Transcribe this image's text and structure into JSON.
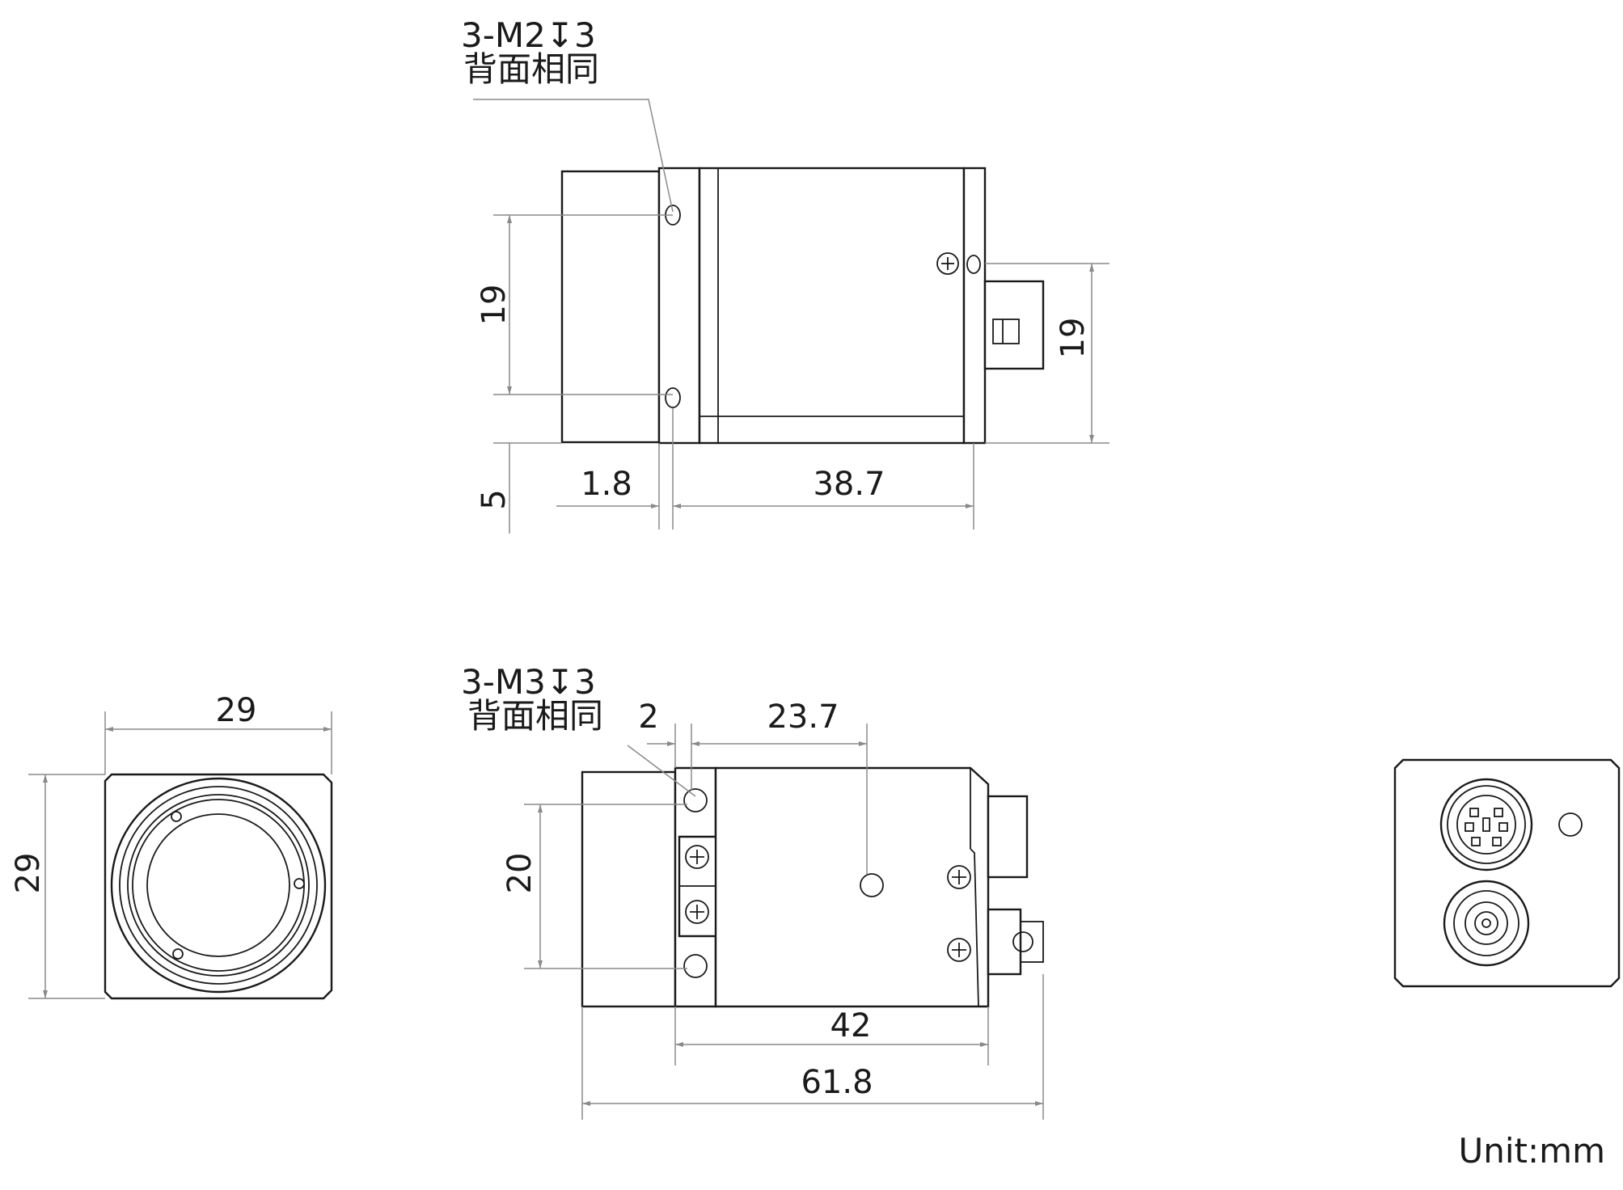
{
  "side_view_top": {
    "note_line1": "3-M2↧3",
    "note_line2": "背面相同",
    "dim_height_left": "19",
    "dim_height_right": "19",
    "dim_offset": "5",
    "dim_flange": "1.8",
    "dim_body": "38.7"
  },
  "front_view": {
    "dim_width": "29",
    "dim_height": "29"
  },
  "side_view_bottom": {
    "note_line1": "3-M3↧3",
    "note_line2": "背面相同",
    "dim_flange": "2",
    "dim_hole": "23.7",
    "dim_height": "20",
    "dim_body": "42",
    "dim_total": "61.8"
  },
  "units": "Unit:mm"
}
